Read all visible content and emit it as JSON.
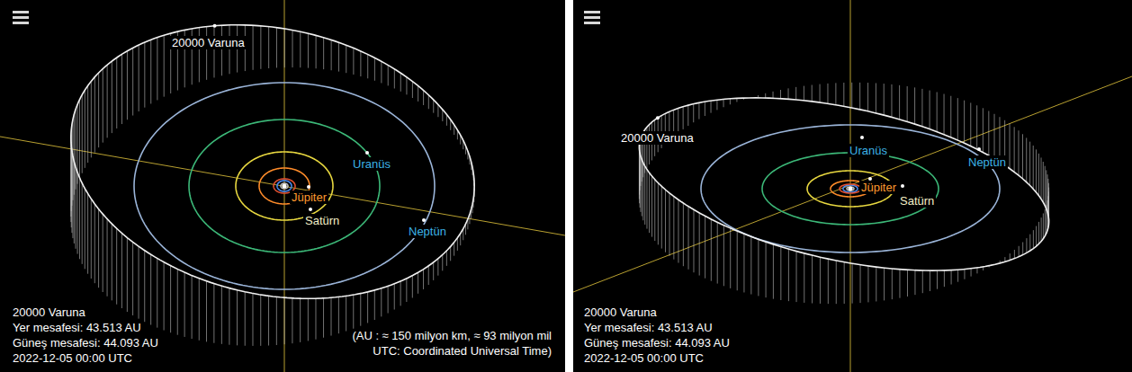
{
  "diagram": {
    "labels": [
      "20000 Varuna",
      "Uranüs",
      "Jüpiter",
      "Satürn",
      "Neptün",
      "20000 Varuna",
      "Yer mesafesi: 43.513 AU",
      "Güneş mesafesi: 44.093 AU",
      "2022-12-05 00:00 UTC",
      "(AU : ≈ 150 milyon km, ≈ 93 milyon mil",
      "UTC:  Coordinated Universal Time)",
      "20000 Varuna",
      "Uranüs",
      "Neptün",
      "Jüpiter",
      "Satürn",
      "20000 Varuna",
      "Yer mesafesi: 43.513 AU",
      "Güneş mesafesi: 44.093 AU",
      "2022-12-05 00:00 UTC"
    ]
  }
}
